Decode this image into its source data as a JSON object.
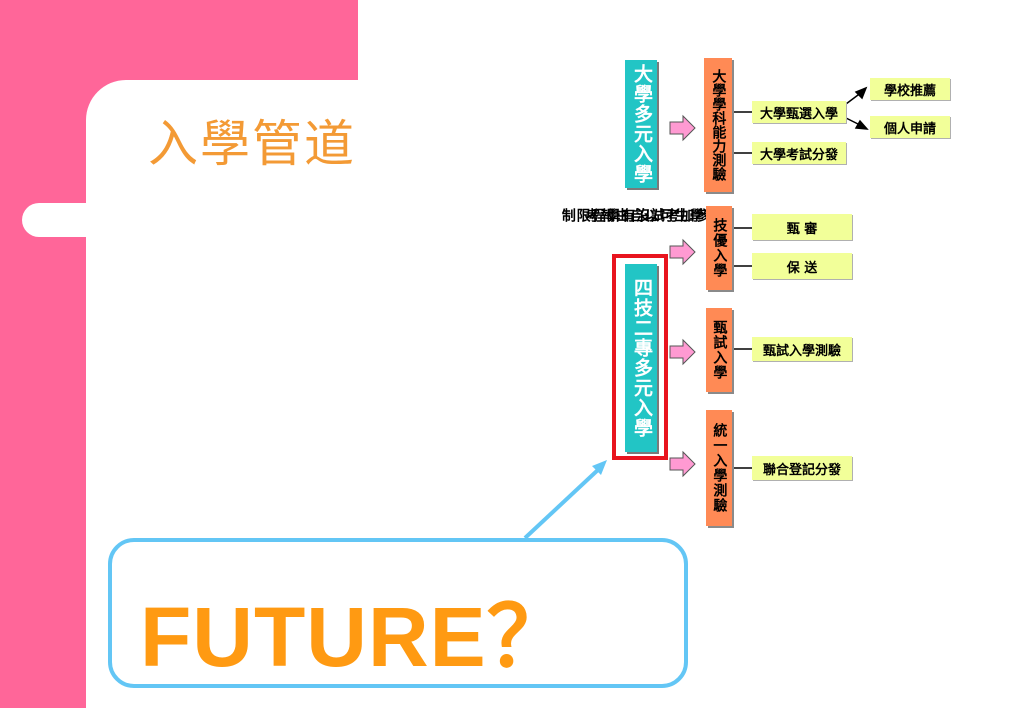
{
  "slide": {
    "title": "入學管道",
    "callout": "FUTURE？"
  },
  "diagram": {
    "university_path": "大學多元入學",
    "university_test": "大學學科能力測驗",
    "university_selection": "大學甄選入學",
    "university_exam": "大學考試分發",
    "school_recommendation": "學校推薦",
    "personal_application": "個人申請",
    "note_line1": "所有學生可以自由報考",
    "note_line2": "參加考試沒有學程限制",
    "tech_path": "四技二專多元入學",
    "tech_excellence": "技優入學",
    "screening": "甄 審",
    "guaranteed": "保 送",
    "exam_entry": "甄試入學",
    "exam_entry_test": "甄試入學測驗",
    "unified_test": "統一入學測驗",
    "joint_registration": "聯合登記分發"
  },
  "colors": {
    "pink": "#ff6699",
    "title": "#f39a35",
    "teal": "#22c5c5",
    "orange_box": "#ff8a55",
    "yellow_box": "#f2ff99",
    "highlight_red": "#e8141e",
    "callout_border": "#63c6f5",
    "callout_text": "#ff9a12",
    "arrow_fill": "#ff9ad2"
  }
}
